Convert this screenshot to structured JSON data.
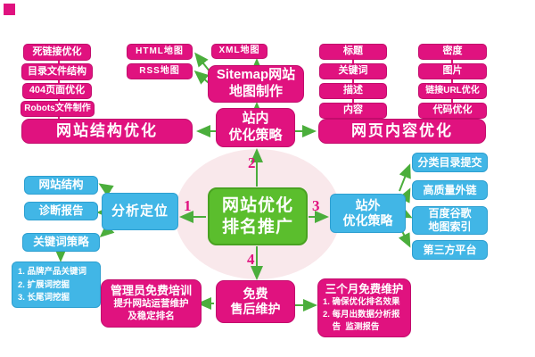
{
  "colors": {
    "pink": "#e0127f",
    "blue": "#41b6e6",
    "green_box": "#5bbe2d",
    "arrow_green": "#4bae3c",
    "background_circle": "#f9e8eb"
  },
  "center": {
    "label": "网站优化\n排名推广"
  },
  "steps": {
    "s1": "1",
    "s2": "2",
    "s3": "3",
    "s4": "4"
  },
  "top_left": {
    "items": [
      "死链接优化",
      "目录文件结构",
      "404页面优化",
      "Robots文件制作"
    ],
    "summary": "网站结构优化"
  },
  "sitemap_group": {
    "html": "HTML地图",
    "rss": "RSS地图",
    "xml": "XML地图",
    "main": "Sitemap网站\n地图制作"
  },
  "onsite": {
    "label": "站内\n优化策略"
  },
  "top_right": {
    "col1": [
      "标题",
      "关键词",
      "描述",
      "内容"
    ],
    "col2": [
      "密度",
      "图片",
      "链接URL优化",
      "代码优化"
    ],
    "summary": "网页内容优化"
  },
  "left_group": {
    "main": "分析定位",
    "items": [
      "网站结构",
      "诊断报告",
      "关键词策略"
    ],
    "keyword_list": "1. 品牌产品关键词\n2. 扩展词挖掘\n3. 长尾词挖掘"
  },
  "right_group": {
    "main": "站外\n优化策略",
    "items": [
      "分类目录提交",
      "高质量外链",
      "百度谷歌\n地图索引",
      "第三方平台"
    ]
  },
  "bottom_group": {
    "training_title": "管理员免费培训",
    "training_sub": "提升网站运营维护\n及稳定排名",
    "maintenance": "免费\n售后维护",
    "three_month_title": "三个月免费维护",
    "three_month_list": "1. 确保优化排名效果\n2. 每月出数据分析报\n    告  监测报告"
  }
}
